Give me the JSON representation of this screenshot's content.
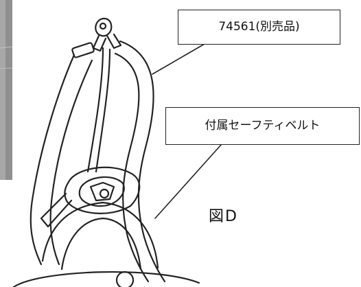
{
  "callouts": {
    "part_number_label": "74561(別売品)",
    "included_belt_label": "付属セーフティベルト"
  },
  "figure": {
    "caption": "図D"
  },
  "colors": {
    "line": "#222222",
    "background": "#ffffff",
    "photo_inset": "#8a8a8a"
  }
}
